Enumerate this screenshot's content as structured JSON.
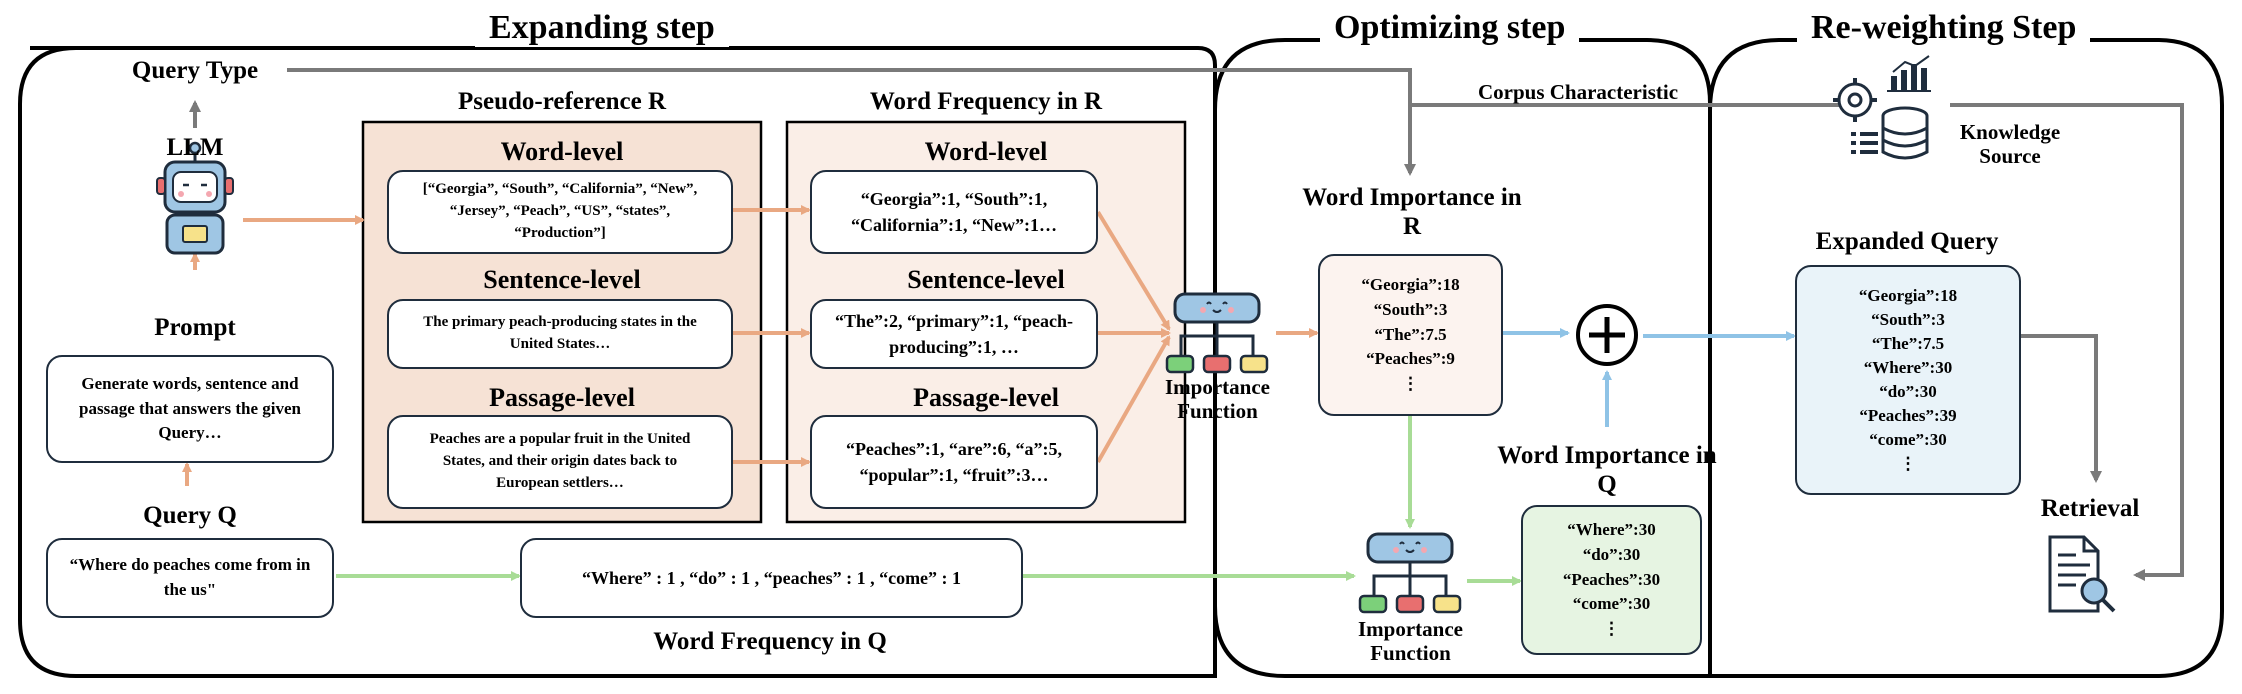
{
  "sections": {
    "expanding": "Expanding step",
    "optimizing": "Optimizing step",
    "reweighting": "Re-weighting Step"
  },
  "labels": {
    "query_type": "Query Type",
    "llm": "LLM",
    "prompt": "Prompt",
    "query_q": "Query Q",
    "pseudo_reference": "Pseudo-reference R",
    "word_freq_r": "Word Frequency in R",
    "word_freq_q": "Word Frequency in Q",
    "corpus_characteristic": "Corpus Characteristic",
    "knowledge_source": "Knowledge Source",
    "importance_function_1": "Importance Function",
    "importance_function_2": "Importance Function",
    "word_importance_r": "Word Importance in R",
    "word_importance_q": "Word Importance in Q",
    "expanded_query": "Expanded Query",
    "retrieval": "Retrieval"
  },
  "levels": {
    "word": "Word-level",
    "sentence": "Sentence-level",
    "passage": "Passage-level"
  },
  "boxes": {
    "prompt_text": "Generate words, sentence and passage that answers the given Query…",
    "query_text": "“Where do peaches come from in the us\"",
    "pseudo_word": "[“Georgia”, “South”, “California”, “New”, “Jersey”, “Peach”, “US”, “states”, “Production”]",
    "pseudo_sentence": "The primary peach-producing states in the United States…",
    "pseudo_passage": "Peaches are a popular fruit in the United States, and their origin dates back to European settlers…",
    "freq_word": "“Georgia”:1, “South”:1, “California”:1, “New”:1…",
    "freq_sentence": "“The”:2, “primary”:1, “peach-producing”:1, …",
    "freq_passage": "“Peaches”:1, “are”:6, “a”:5, “popular”:1, “fruit”:3…",
    "freq_q": "“Where” : 1 , “do” : 1 , “peaches” : 1 , “come” : 1"
  },
  "importance_r": [
    "“Georgia”:18",
    "“South”:3",
    "“The”:7.5",
    "“Peaches”:9",
    "⋮"
  ],
  "importance_q": [
    "“Where”:30",
    "“do”:30",
    "“Peaches”:30",
    "“come”:30",
    "⋮"
  ],
  "expanded": [
    "“Georgia”:18",
    "“South”:3",
    "“The”:7.5",
    "“Where”:30",
    "“do”:30",
    "“Peaches”:39",
    "“come”:30",
    "⋮"
  ],
  "colors": {
    "orange_arrow": "#e9a882",
    "green_arrow": "#a8dc96",
    "blue_arrow": "#8fc3e6",
    "gray_arrow": "#7a7a7a",
    "pseudo_fill": "#f6e2d5",
    "freq_fill": "#faeee7",
    "importance_r_fill": "#fcf3ef",
    "importance_q_fill": "#e6f4e2",
    "expanded_fill": "#e9f3f9"
  }
}
